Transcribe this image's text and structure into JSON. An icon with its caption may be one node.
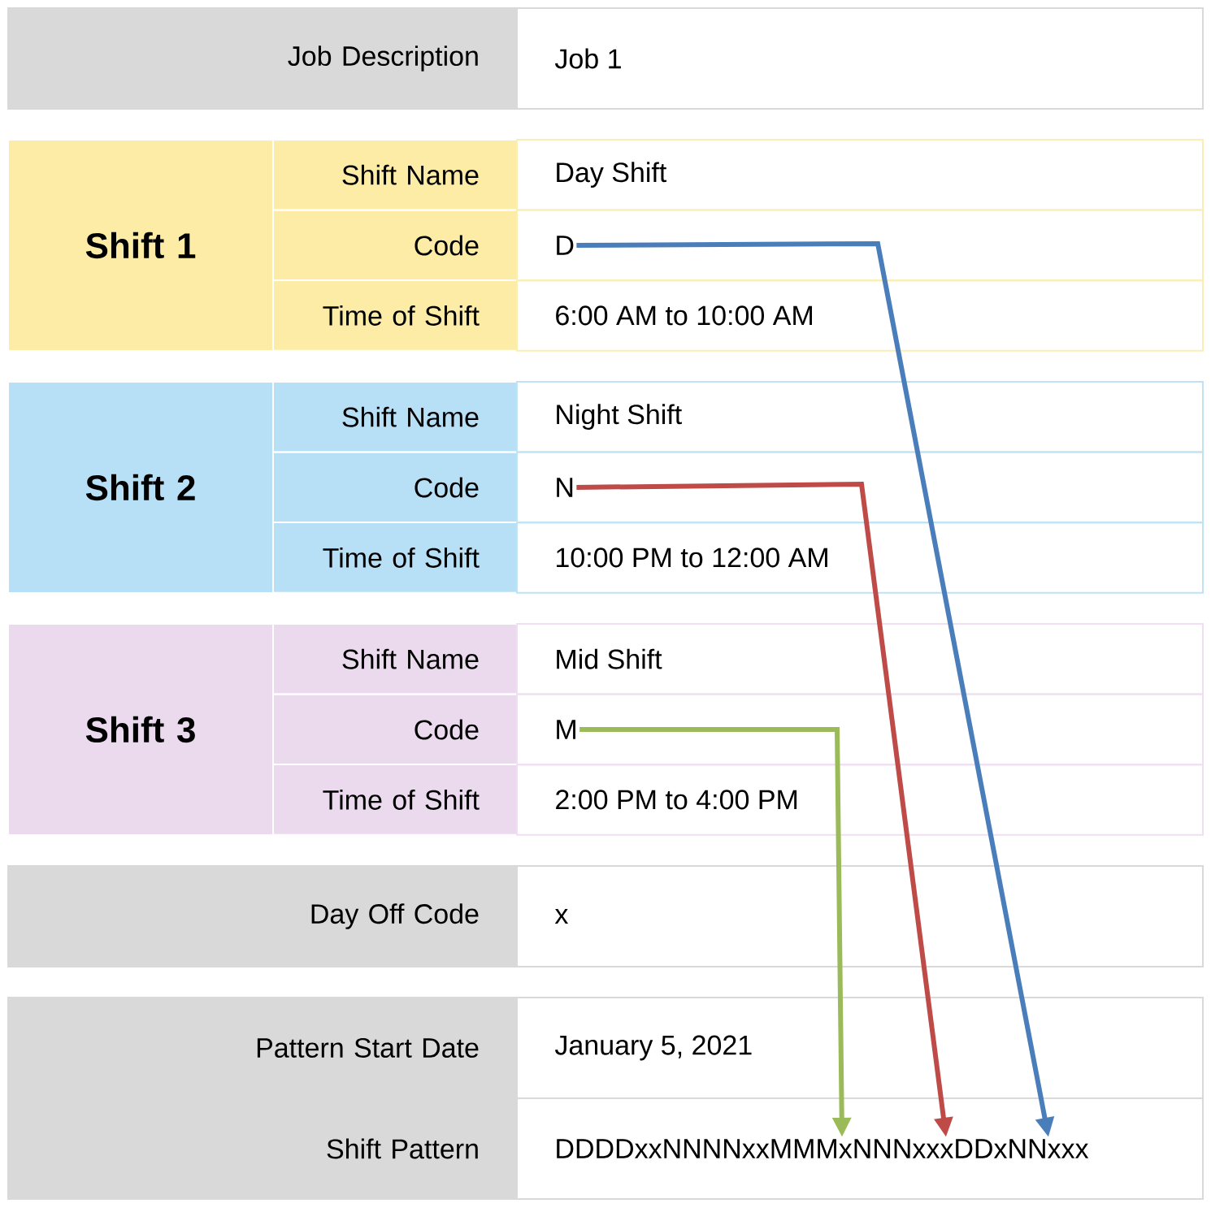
{
  "diagram": {
    "nodes": [
      {
        "text": [
          "Job Description"
        ]
      },
      {
        "text": [
          "Job 1"
        ]
      },
      {
        "text": [
          "Shift 1"
        ]
      },
      {
        "text": [
          "Shift Name"
        ]
      },
      {
        "text": [
          "Day Shift"
        ]
      },
      {
        "text": [
          "Code"
        ]
      },
      {
        "text": [
          "D"
        ]
      },
      {
        "text": [
          "Time of Shift"
        ]
      },
      {
        "text": [
          "6:00 AM to 10:00 AM"
        ]
      },
      {
        "text": [
          "Shift 2"
        ]
      },
      {
        "text": [
          "Shift Name"
        ]
      },
      {
        "text": [
          "Night Shift"
        ]
      },
      {
        "text": [
          "Code"
        ]
      },
      {
        "text": [
          "N"
        ]
      },
      {
        "text": [
          "Time of Shift"
        ]
      },
      {
        "text": [
          "10:00 PM to 12:00 AM"
        ]
      },
      {
        "text": [
          "Shift 3"
        ]
      },
      {
        "text": [
          "Shift Name"
        ]
      },
      {
        "text": [
          "Mid Shift"
        ]
      },
      {
        "text": [
          "Code"
        ]
      },
      {
        "text": [
          "M"
        ]
      },
      {
        "text": [
          "Time of Shift"
        ]
      },
      {
        "text": [
          "2:00 PM to 4:00 PM"
        ]
      },
      {
        "text": [
          "Day Off Code"
        ]
      },
      {
        "text": [
          "x"
        ]
      },
      {
        "text": [
          "Pattern Start Date"
        ]
      },
      {
        "text": [
          "January 5, 2021"
        ]
      },
      {
        "text": [
          "Shift Pattern"
        ]
      },
      {
        "text": [
          "DDDDxxNNNNxxMMMxNNNxxxDDxNNxxx"
        ]
      }
    ],
    "edges": [
      {
        "from": 6,
        "to": 28,
        "arrow": "to",
        "color": "#4a7ebb"
      },
      {
        "from": 13,
        "to": 28,
        "arrow": "to",
        "color": "#be4b48"
      },
      {
        "from": 20,
        "to": 28,
        "arrow": "to",
        "color": "#9bbb59"
      }
    ]
  }
}
